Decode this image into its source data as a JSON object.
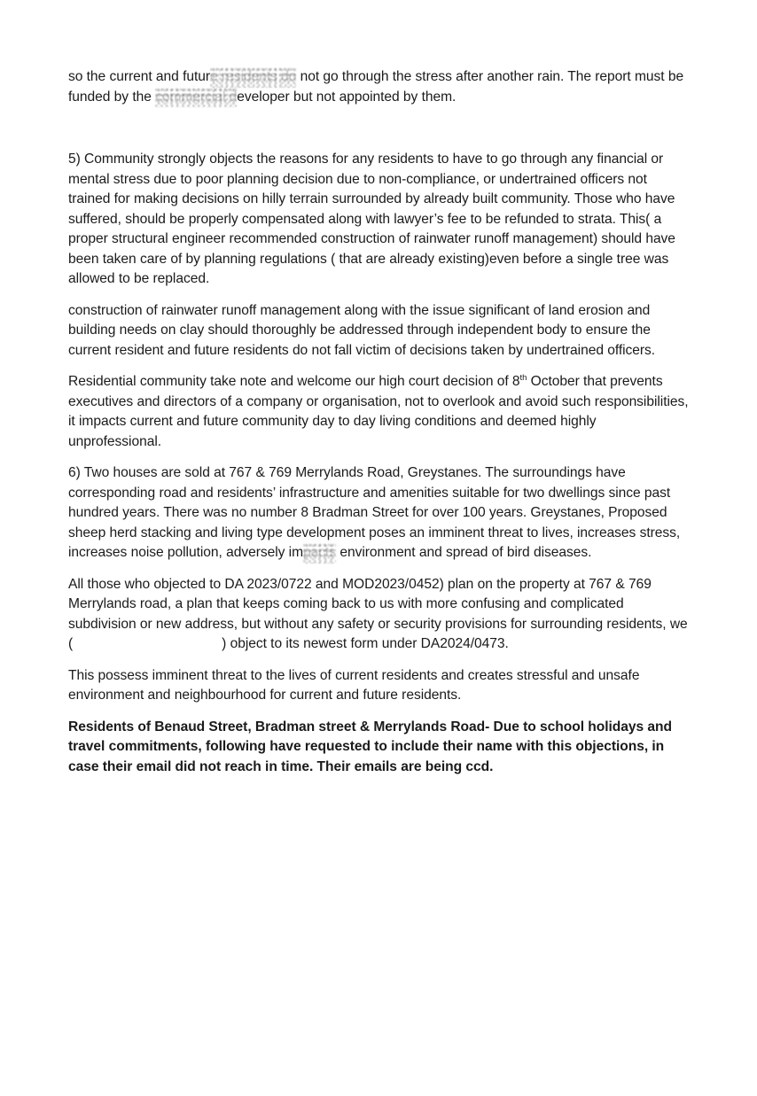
{
  "paragraphs": {
    "p0": {
      "a": "so the current and futur",
      "s1": "e residents do",
      "b": " not go through the stress after another rain. The report must be funded by the ",
      "s2": "commercial d",
      "c": "eveloper but not appointed by them."
    },
    "p1": "5) Community strongly objects the reasons for any residents to have to go through any financial or mental stress due to poor planning decision due to non-compliance, or undertrained officers not trained for making decisions on hilly terrain surrounded by already built community. Those who have suffered, should be properly compensated along with lawyer’s fee to be refunded to strata. This( a proper structural engineer recommended construction of rainwater runoff management) should have been taken care of by planning regulations ( that are already existing)even before a single tree was allowed to be replaced.",
    "p2": "construction of rainwater runoff management along with the issue significant of land erosion and building needs on clay should thoroughly be addressed through independent body to ensure the current resident and future residents do not fall victim of decisions taken by undertrained officers.",
    "p3": {
      "a": "Residential community take note and welcome our high court decision of 8",
      "sup": "th",
      "b": " October that prevents executives and directors of a company or organisation, not to overlook and avoid such responsibilities, it impacts current and future community day to day living conditions and deemed highly unprofessional."
    },
    "p4": {
      "a": "6) Two houses are sold at 767 & 769 Merrylands Road, Greystanes. The surroundings have corresponding road and residents’ infrastructure and amenities suitable for two dwellings since past hundred years. There was no number 8 Bradman Street for over 100 years. Greystanes, Proposed sheep herd stacking and  living type development poses an imminent threat to lives, increases stress, increases noise pollution, adversely  im",
      "s1": "pacts",
      "b": " environment and spread of bird diseases."
    },
    "p5": {
      "a": "All those who objected to DA 2023/0722 and MOD2023/0452) plan on the property at 767 & 769 Merrylands road, a plan that keeps coming back to us with more confusing and complicated subdivision or new address, but without any safety or security provisions for surrounding residents, we (",
      "b": ") object to its newest form under DA2024/0473."
    },
    "p6": " This possess imminent threat to the lives of current residents and creates stressful and unsafe environment and neighbourhood for current and future residents.",
    "p7": "Residents of Benaud Street, Bradman street & Merrylands Road- Due to school holidays and travel commitments, following have requested to include their name with this objections, in case their email did not reach in time. Their emails are being ccd."
  }
}
